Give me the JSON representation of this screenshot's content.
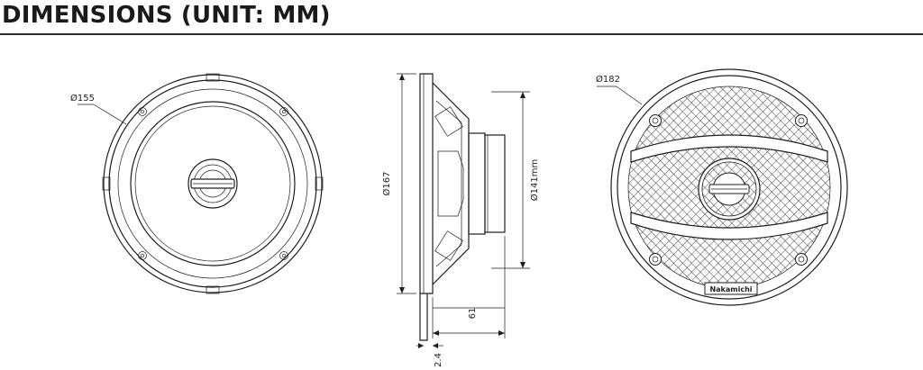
{
  "header": {
    "title": "DIMENSIONS (UNIT: MM)"
  },
  "front_view": {
    "diameter_label": "Ø155"
  },
  "side_view": {
    "mount_diameter_label": "Ø167",
    "magnet_diameter_label": "Ø141mm",
    "depth_label": "61",
    "flange_thickness_label": "2.4"
  },
  "grille_view": {
    "diameter_label": "Ø182",
    "brand_badge": "Nakamichi"
  }
}
